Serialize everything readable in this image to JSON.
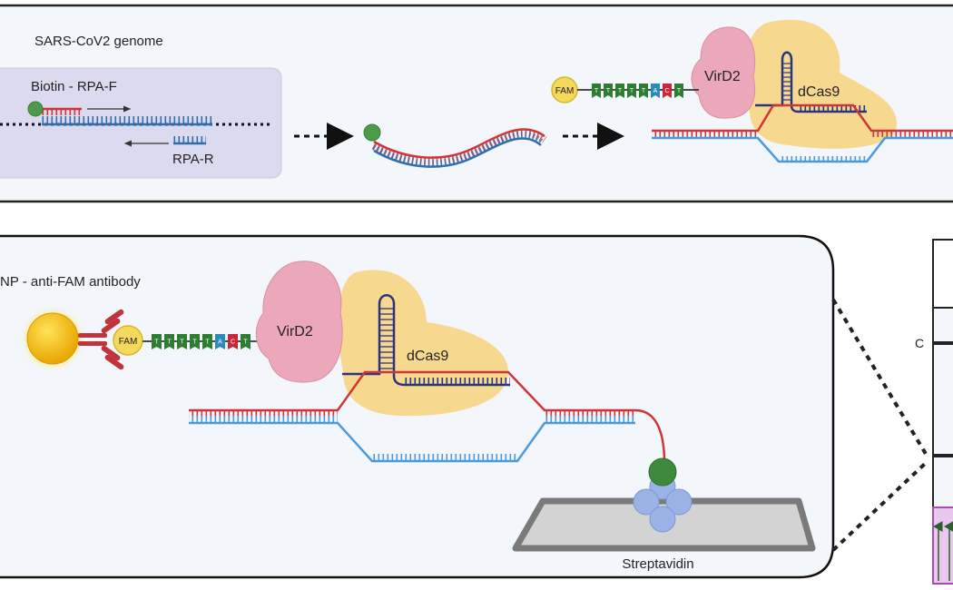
{
  "panel_top": {
    "title": "SARS-CoV2 genome",
    "inset": {
      "forward_primer_label": "Biotin - RPA-F",
      "reverse_primer_label": "RPA-R"
    },
    "reporter": {
      "fam_label": "FAM",
      "oligo_bases": [
        "T",
        "T",
        "T",
        "T",
        "T",
        "A",
        "C",
        "T"
      ],
      "virD2_label": "VirD2",
      "dcas9_label": "dCas9"
    }
  },
  "panel_bottom": {
    "title": "NP - anti-FAM antibody",
    "fam_label": "FAM",
    "oligo_bases": [
      "T",
      "T",
      "T",
      "T",
      "T",
      "A",
      "C",
      "T"
    ],
    "virD2_label": "VirD2",
    "dcas9_label": "dCas9",
    "surface_label": "Streptavidin"
  },
  "strip_panel": {
    "line_label": "C"
  },
  "colors": {
    "panel_bg": "#f3f6fa",
    "inset_bg": "#dcdaee",
    "biotin_green": "#4c9a4a",
    "strand_red": "#d0353b",
    "strand_blue": "#2f6fb0",
    "strand_lightblue": "#4a9ae0",
    "virD2_pink": "#eba8bb",
    "dcas9_yellow": "#f6d88f",
    "fam_yellow": "#f5d95a",
    "base_green": "#2e7d32",
    "base_A": "#2a8ab8",
    "base_C": "#c8283a",
    "gold_np": "#f0b400",
    "antibody_red": "#c0353c",
    "streptavidin_blue": "#9bb2e6",
    "surface_gray": "#7a7a7a",
    "sample_pad": "#e9c8ee"
  }
}
